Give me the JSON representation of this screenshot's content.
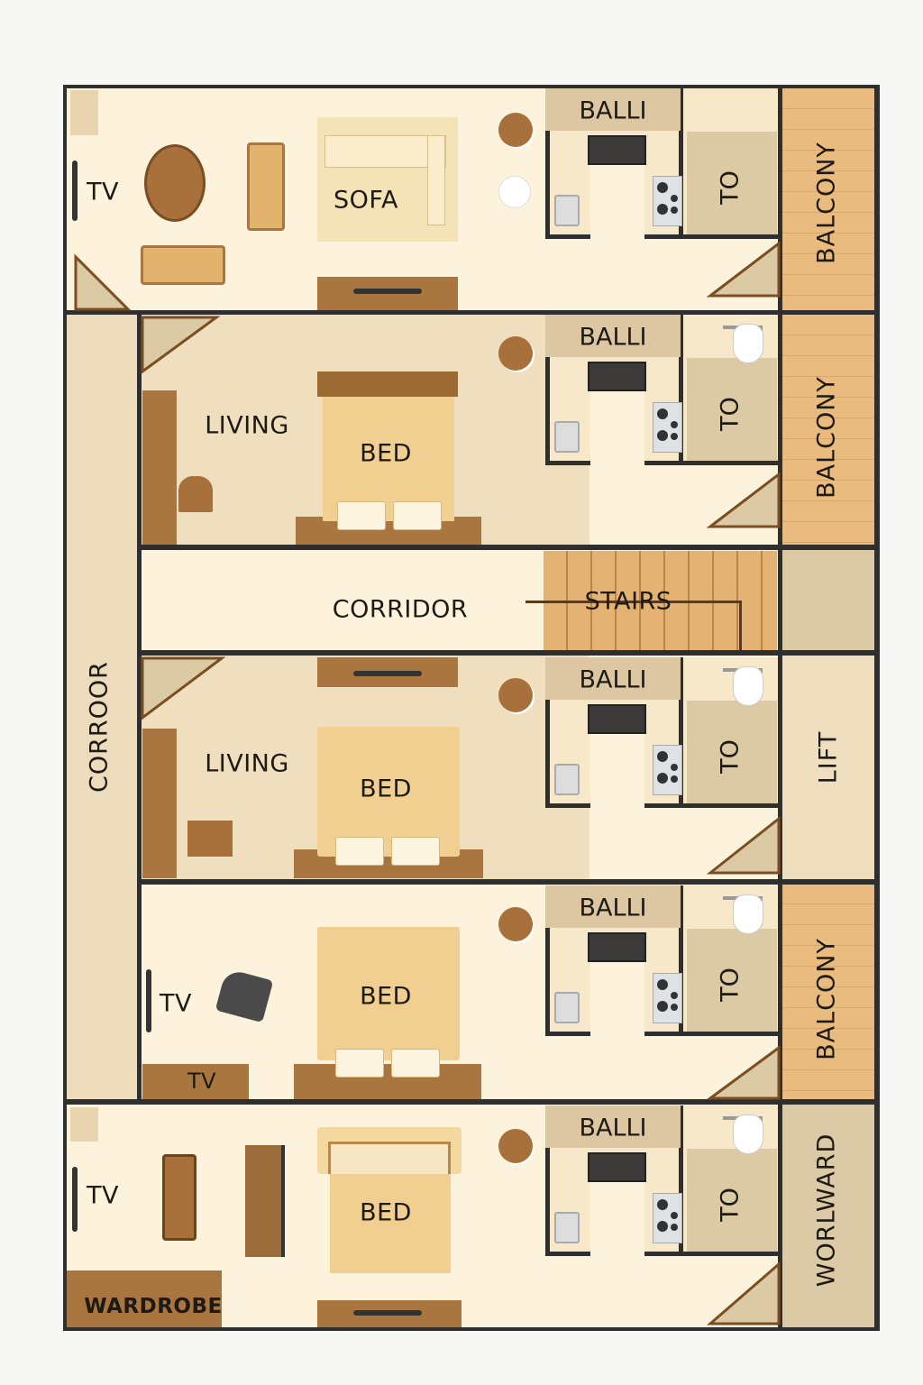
{
  "units": [
    {
      "kitchen": "BALLI",
      "toilet": "TO",
      "right": "BALCONY"
    },
    {
      "kitchen": "BALLI",
      "toilet": "TO",
      "right": "BALCONY"
    },
    {
      "kitchen": "BALLI",
      "toilet": "TO",
      "right": "LIFT"
    },
    {
      "kitchen": "BALLI",
      "toilet": "TO",
      "right": "BALCONY"
    },
    {
      "kitchen": "BALLI",
      "toilet": "TO",
      "right": "WORLWARD"
    }
  ],
  "row1": {
    "tv": "TV",
    "sofa": "SOFA"
  },
  "row2": {
    "living": "LIVING",
    "bed": "BED"
  },
  "corridor": {
    "label": "CORRIDOR",
    "stairs": "STAIRS",
    "side": "CORROOR"
  },
  "row3": {
    "living": "LIVING",
    "bed": "BED"
  },
  "row4": {
    "tv": "TV",
    "tv_unit": "TV",
    "bed": "BED"
  },
  "row5": {
    "tv": "TV",
    "bed": "BED",
    "wardrobe": "WARDROBE"
  },
  "colors": {
    "floor": "#fdf3dc",
    "wood": "#a8763e",
    "wall": "#2f2f2f",
    "balcony": "#e9bb7f",
    "bed": "#f0cf90"
  }
}
